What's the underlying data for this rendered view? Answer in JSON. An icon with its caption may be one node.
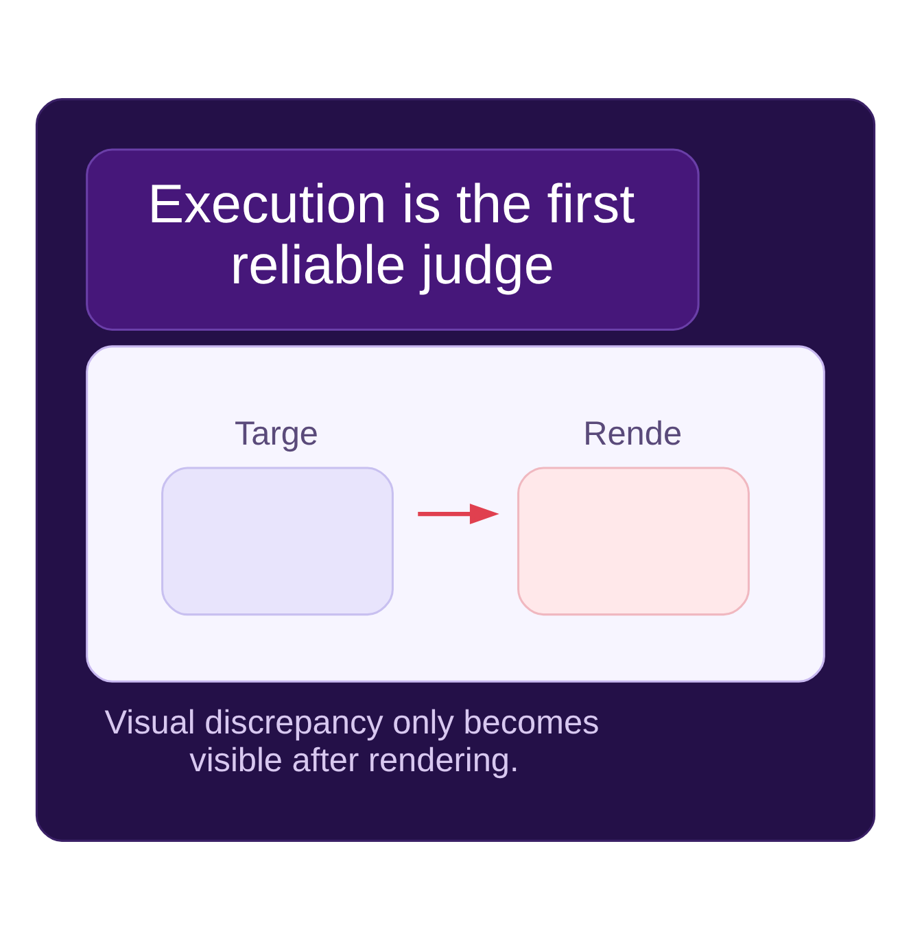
{
  "diagram": {
    "nodes": [
      {
        "text": [],
        "shape": "box"
      },
      {
        "text": [
          "Execution is the first reliable judge"
        ],
        "in": 0
      },
      {
        "text": [],
        "shape": "box",
        "in": 0
      },
      {
        "text": [
          "Targe"
        ],
        "in": 2
      },
      {
        "text": [
          "Rende"
        ],
        "in": 2
      }
    ],
    "edges": [
      {
        "from": 3,
        "to": 4,
        "arrow": "to",
        "color": "#e0404f"
      }
    ],
    "labels": [
      "Visual discrepancy only becomes visible after rendering."
    ]
  }
}
